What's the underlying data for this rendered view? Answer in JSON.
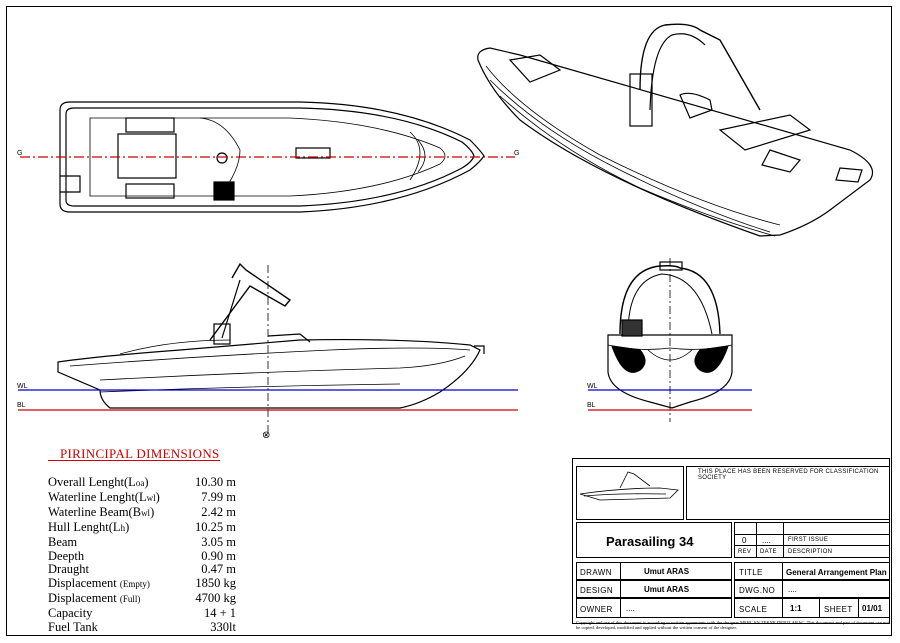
{
  "view_labels": {
    "G_left": "G",
    "G_right": "G",
    "WL_side": "WL",
    "BL_side": "BL",
    "WL_front": "WL",
    "BL_front": "BL"
  },
  "dimensions": {
    "title": "PIRINCIPAL DIMENSIONS",
    "rows": [
      {
        "label": "Overall Lenght(L",
        "sub": "oa",
        "label_end": ")",
        "value": "10.30 m"
      },
      {
        "label": "Waterline Lenght(L",
        "sub": "wl",
        "label_end": ")",
        "value": "7.99 m"
      },
      {
        "label": "Waterline Beam(B",
        "sub": "wl",
        "label_end": ")",
        "value": "2.42 m"
      },
      {
        "label": "Hull Lenght(L",
        "sub": "h",
        "label_end": ")",
        "value": "10.25 m"
      },
      {
        "label": "Beam",
        "sub": "",
        "label_end": "",
        "value": "3.05 m"
      },
      {
        "label": "Deepth",
        "sub": "",
        "label_end": "",
        "value": "0.90 m"
      },
      {
        "label": "Draught",
        "sub": "",
        "label_end": "",
        "value": "0.47 m"
      },
      {
        "label": "Displacement ",
        "sub": "(Empty)",
        "label_end": "",
        "value": "1850 kg"
      },
      {
        "label": "Displacement ",
        "sub": "(Full)",
        "label_end": "",
        "value": "4700 kg"
      },
      {
        "label": "Capacity",
        "sub": "",
        "label_end": "",
        "value": "14 + 1"
      },
      {
        "label": "Fuel Tank",
        "sub": "",
        "label_end": "",
        "value": "330lt"
      }
    ]
  },
  "title_block": {
    "classification_note": "THIS PLACE HAS BEEN RESERVED FOR CLASSIFICATION SOCIETY",
    "project_name": "Parasailing 34",
    "rev_value": "0",
    "rev_date": "....",
    "rev_desc": "FIRST ISSUE",
    "rev_label": "REV",
    "date_label": "DATE",
    "desc_label": "DESCRIPTION",
    "drawn_label": "DRAWN",
    "drawn_value": "Umut ARAS",
    "design_label": "DESIGN",
    "design_value": "Umut ARAS",
    "owner_label": "OWNER",
    "owner_value": "....",
    "title_label": "TITLE",
    "title_value": "General Arrangement Plan",
    "dwg_label": "DWG.NO",
    "dwg_value": "....",
    "scale_label": "SCALE",
    "scale_value": "1:1",
    "sheet_label": "SHEET",
    "sheet_value": "01/01",
    "copyright": "Copyright and use of this document is according to written agreements with the designer MERCAN TEKNE DENIZ ARAC. This document and part of document can not be copied, developed, modified and applied without the written consent of the designer."
  }
}
